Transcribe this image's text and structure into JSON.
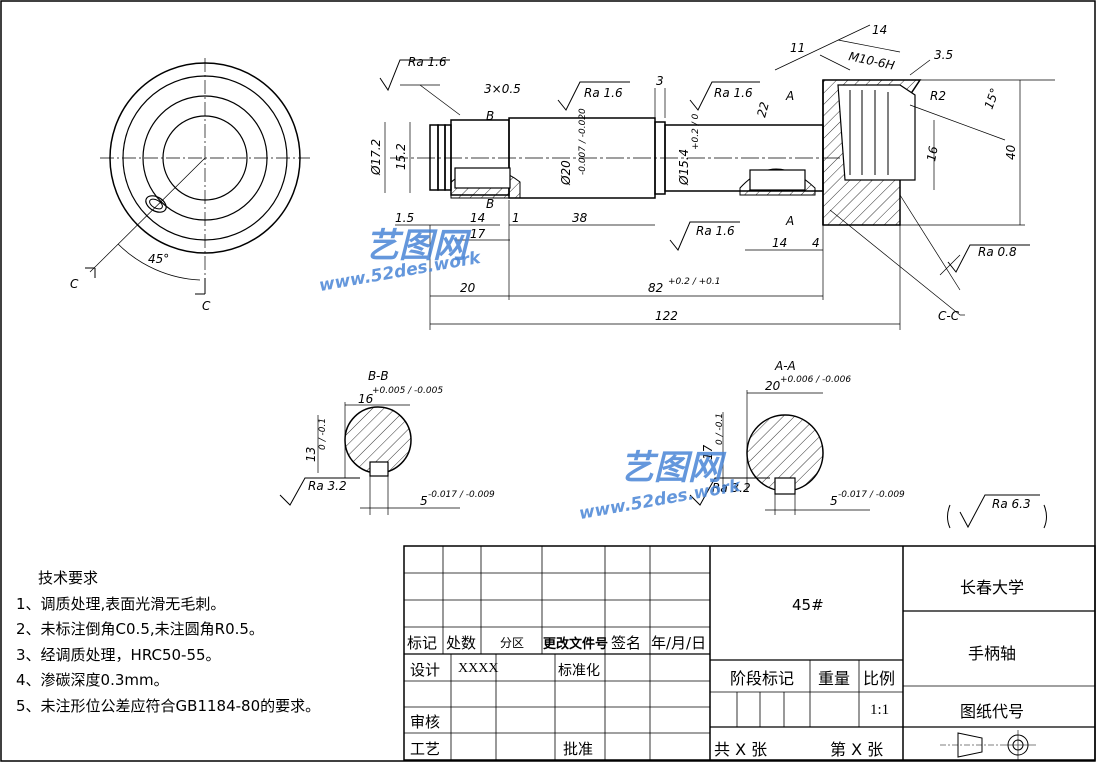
{
  "drawing": {
    "labels": {
      "ra16_a": "Ra 1.6",
      "chamfer": "3×0.5",
      "ra16_b": "Ra 1.6",
      "dim3": "3",
      "ra16_c": "Ra 1.6",
      "dim14_top": "14",
      "dim11": "11",
      "thread": "M10-6H",
      "dim35": "3.5",
      "r2": "R2",
      "angle15": "15°",
      "dim22": "22",
      "dim16": "16",
      "dim40": "40",
      "dia172": "Ø17.2",
      "dim152": "15.2",
      "dia20": "Ø20",
      "dia20_tol": "-0.007 / -0.020",
      "dia154": "Ø15.4",
      "dia154_tol": "+0.2 / 0",
      "sec_b": "B",
      "sec_a": "A",
      "dim15": "1.5",
      "dim14_mid": "14",
      "dim1": "1",
      "dim38": "38",
      "ra16_d": "Ra 1.6",
      "dim14_r": "14",
      "dim4": "4",
      "dim17": "17",
      "dim20": "20",
      "dim82": "82",
      "dim82_tol": "+0.2 / +0.1",
      "dim122": "122",
      "ra08": "Ra 0.8",
      "cc": "C-C",
      "c_label": "C",
      "angle45": "45°",
      "bb_title": "B-B",
      "bb_w": "16",
      "bb_w_tol": "+0.005 / -0.005",
      "bb_h": "13",
      "bb_h_tol": "0 / -0.1",
      "bb_ra": "Ra 3.2",
      "bb_key": "5",
      "bb_key_tol": "-0.017 / -0.009",
      "aa_title": "A-A",
      "aa_w": "20",
      "aa_w_tol": "+0.006 / -0.006",
      "aa_h": "17",
      "aa_h_tol": "0 / -0.1",
      "aa_ra": "Ra 3.2",
      "aa_key": "5",
      "aa_key_tol": "-0.017 / -0.009",
      "general_ra": "Ra 6.3"
    }
  },
  "tech_requirements": {
    "title": "技术要求",
    "items": [
      "1、调质处理,表面光滑无毛刺。",
      "2、未标注倒角C0.5,未注圆角R0.5。",
      "3、经调质处理，HRC50-55。",
      "4、渗碳深度0.3mm。",
      "5、未注形位公差应符合GB1184-80的要求。"
    ]
  },
  "title_block": {
    "material": "45#",
    "school": "长春大学",
    "part_name": "手柄轴",
    "drawing_code": "图纸代号",
    "mark": "标记",
    "count": "处数",
    "zone": "分区",
    "change_doc": "更改文件号",
    "signature": "签名",
    "date": "年/月/日",
    "design": "设计",
    "designer": "XXXX",
    "standardize": "标准化",
    "stage_mark": "阶段标记",
    "weight": "重量",
    "scale_label": "比例",
    "scale": "1:1",
    "review": "审核",
    "process": "工艺",
    "approve": "批准",
    "total_sheets": "共 X 张",
    "sheet_no": "第 X 张"
  },
  "watermark": {
    "name": "艺图网",
    "url": "www.52des.work"
  }
}
